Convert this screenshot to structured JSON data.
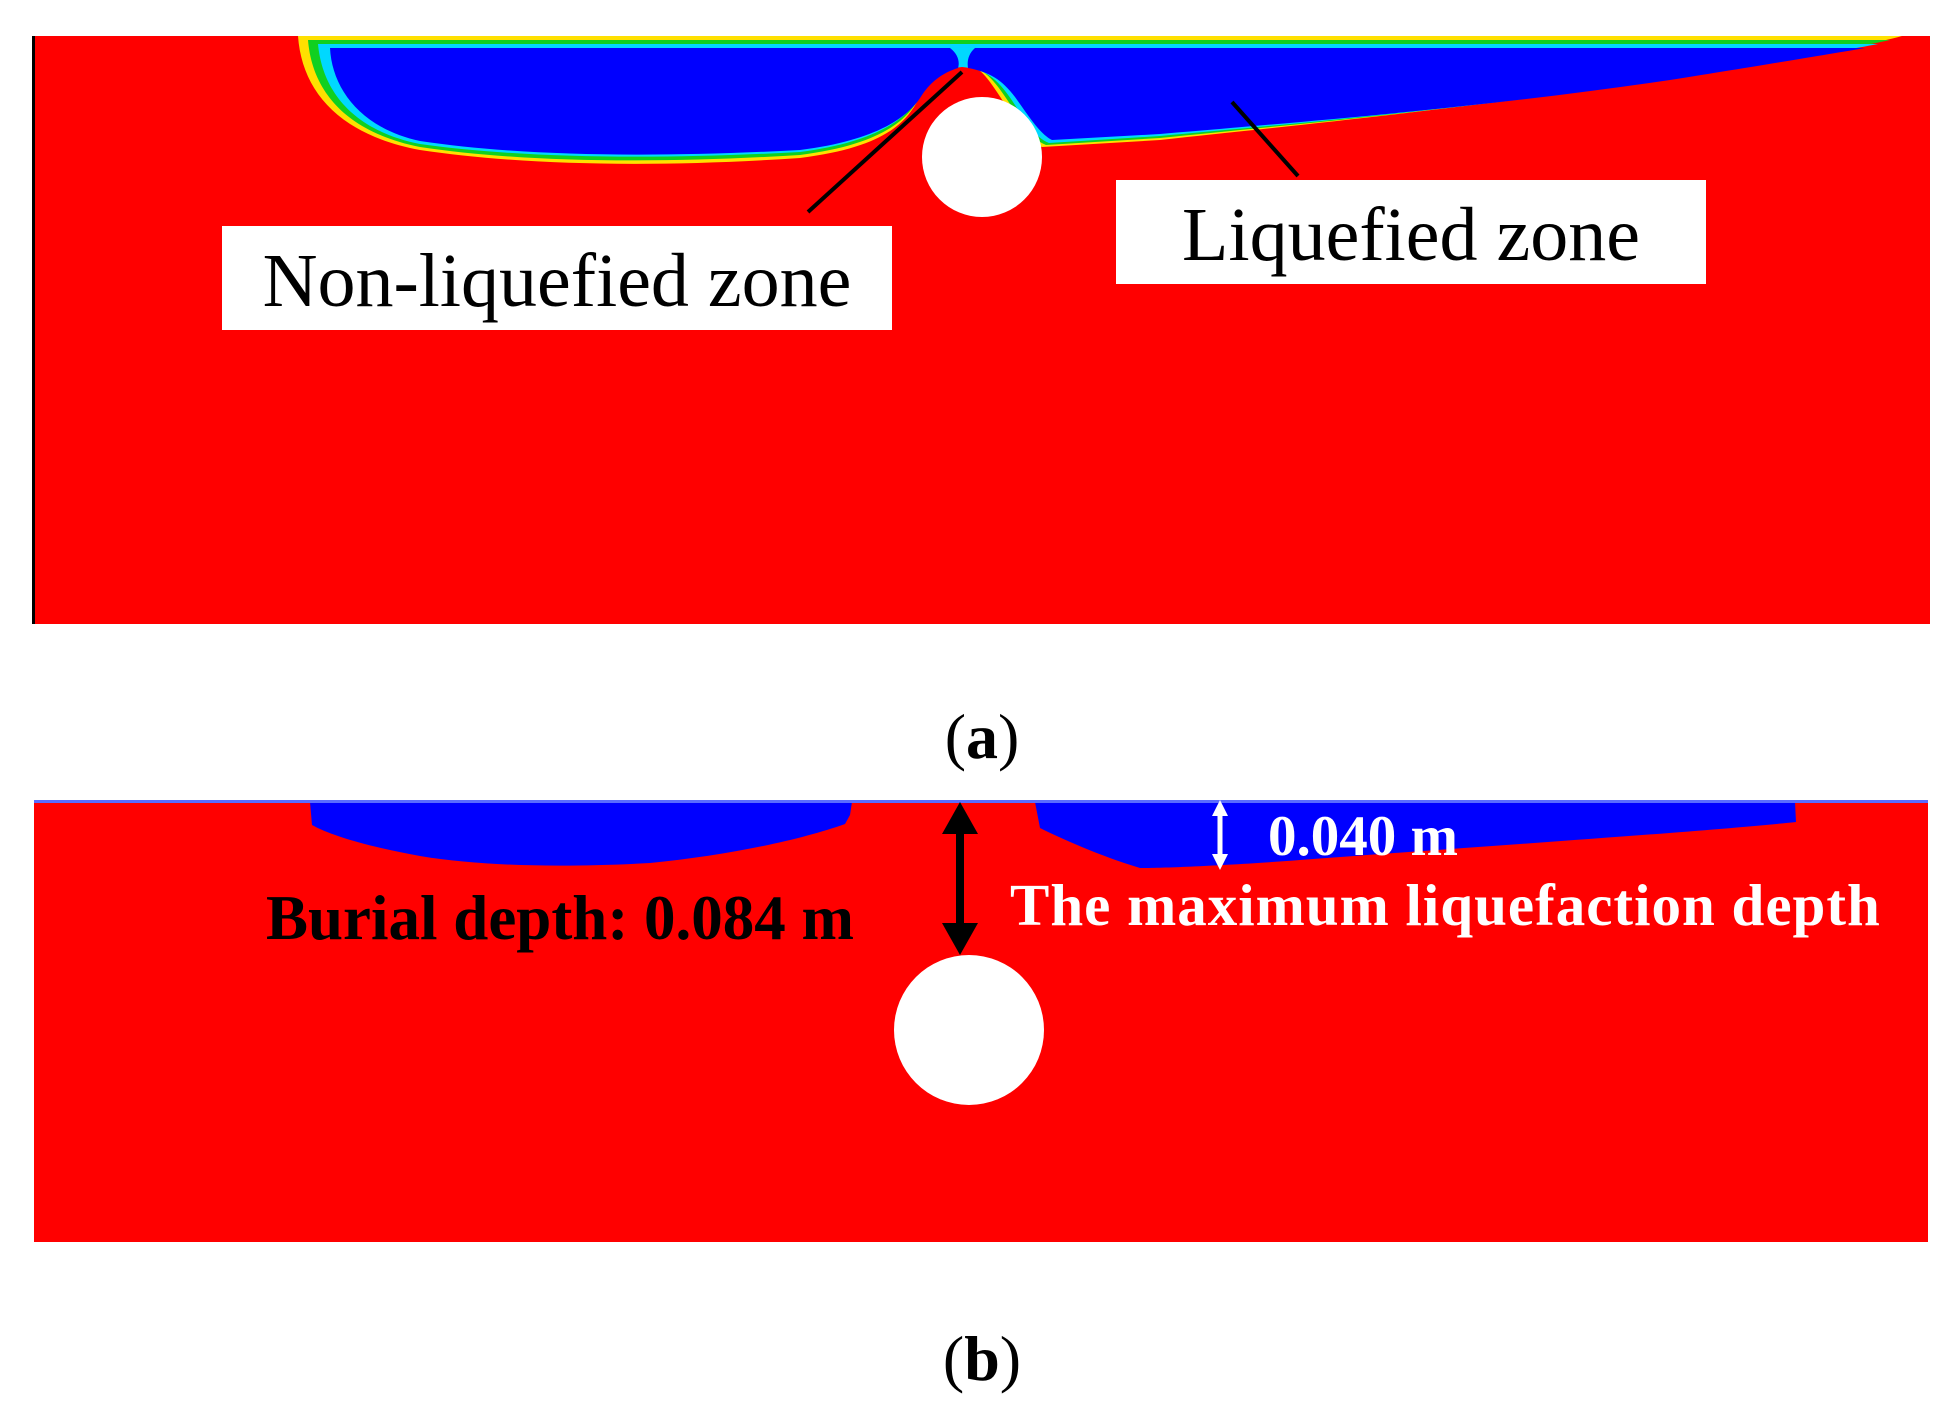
{
  "colors": {
    "soil": "#ff0000",
    "liquefied": "#0000ff",
    "pipe": "#ffffff",
    "transition_green": "#10d020",
    "transition_yellow": "#ffe000",
    "transition_cyan": "#00d8ff"
  },
  "panel_a": {
    "label_open": "(",
    "label_letter": "a",
    "label_close": ")",
    "non_liquefied_label": "Non-liquefied zone",
    "liquefied_label": "Liquefied zone"
  },
  "panel_b": {
    "label_open": "(",
    "label_letter": "b",
    "label_close": ")",
    "burial_depth_label": "Burial depth: 0.084 m",
    "liquefaction_depth_value": "0.040 m",
    "max_liquefaction_label": "The maximum liquefaction depth"
  }
}
